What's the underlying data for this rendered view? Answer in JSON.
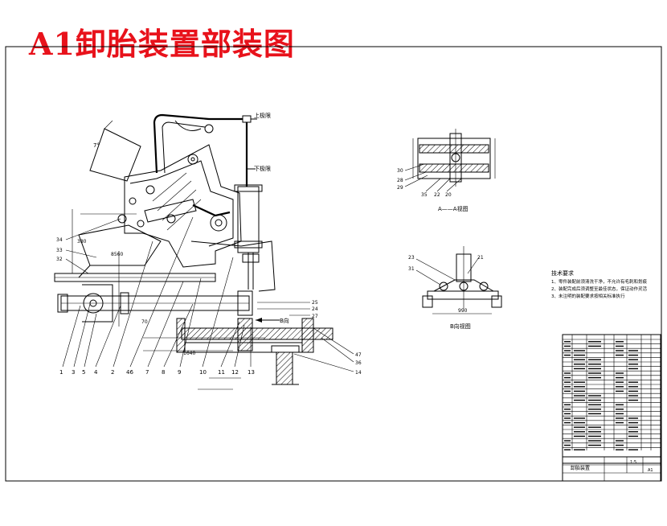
{
  "title": "A1卸胎装置部装图",
  "callouts_bottom": [
    "1",
    "3",
    "5",
    "4",
    "2",
    "46",
    "7",
    "8",
    "9",
    "10",
    "11",
    "12",
    "13"
  ],
  "callouts_left": [
    "34",
    "33",
    "32"
  ],
  "labels": {
    "top_limit": "上极限",
    "bottom_limit": "下极限",
    "dim_left": "8560",
    "dim_mid": "1640",
    "section_a": "A——A视图",
    "view_b": "B向视图",
    "dim_b": "990",
    "b_dir": "B向",
    "notes_heading": "技术要求",
    "note_1": "1、零件装配前须清洗干净，不允许有毛刺和划痕",
    "note_2": "2、装配完成后须调整至最佳状态，保证动作灵活",
    "note_3": "3、未注明的装配要求按相关标准执行"
  },
  "right_callouts": [
    "25",
    "24",
    "27",
    "47",
    "36",
    "14"
  ],
  "section_callouts": [
    "30",
    "28",
    "29",
    "35",
    "22",
    "20"
  ],
  "b_callouts": [
    "23",
    "31",
    "21"
  ],
  "title_block": {
    "drawing_name": "卸胎装置",
    "scale": "1:5",
    "sheet": "A1"
  }
}
